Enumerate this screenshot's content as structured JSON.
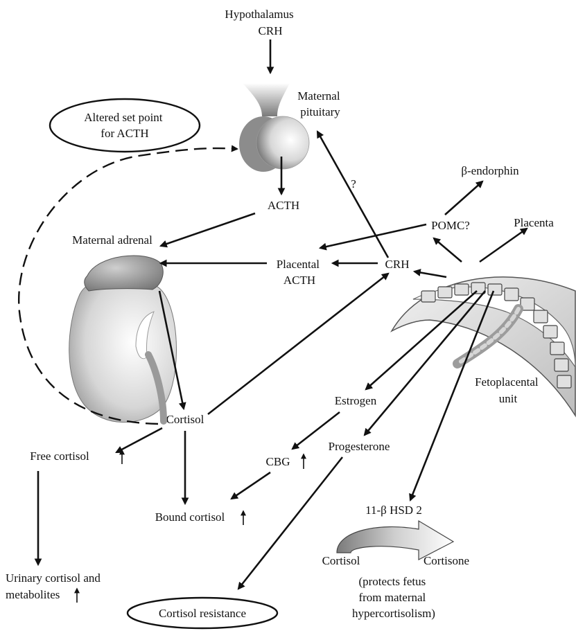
{
  "diagram": {
    "hypothalamus": "Hypothalamus",
    "hypothalamus_crh": "CRH",
    "maternal_pituitary": [
      "Maternal",
      "pituitary"
    ],
    "set_point": [
      "Altered set point",
      "for ACTH"
    ],
    "question_mark": "?",
    "beta_endorphin": "β-endorphin",
    "acth": "ACTH",
    "pomc": "POMC?",
    "placenta": "Placenta",
    "maternal_adrenal": "Maternal adrenal",
    "placental_acth": [
      "Placental",
      "ACTH"
    ],
    "crh": "CRH",
    "fetoplacental_unit": [
      "Fetoplacental",
      "unit"
    ],
    "estrogen": "Estrogen",
    "cortisol": "Cortisol",
    "free_cortisol": "Free cortisol",
    "cbg": "CBG",
    "progesterone": "Progesterone",
    "bound_cortisol": "Bound cortisol",
    "hsd": "11-β HSD 2",
    "conversion_from": "Cortisol",
    "conversion_to": "Cortisone",
    "protects": [
      "(protects fetus",
      "from maternal",
      "hypercortisolism)"
    ],
    "urinary": [
      "Urinary cortisol and",
      "metabolites"
    ],
    "cortisol_resistance": "Cortisol resistance"
  }
}
